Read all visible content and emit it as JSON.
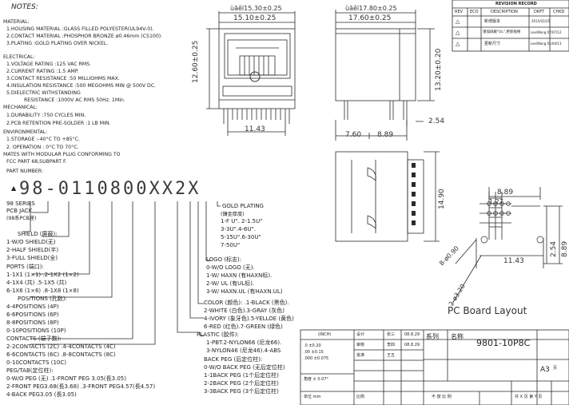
{
  "notes": {
    "heading": "NOTES:",
    "material_heading": "MATERIAL:",
    "material": [
      "1.HOUSING MATERIAL :GLASS FILLED POLYESTER(UL94V-0).",
      "2.CONTACT MATERIAL :PHOSPHOR BRONZE ø0.46mm (C5100).",
      "3.PLATING :GOLD PLATING OVER NICKEL."
    ],
    "electrical_heading": "ELECTRICAL:",
    "electrical": [
      "1.VOLTAGE RATING :125 VAC RMS.",
      "2.CURRENT RATING :1.5 AMP.",
      "3.CONTACT RESISTANCE :50 MILLIOHMS MAX.",
      "4.INSULATION RESISTANCE :500 MEGOHMS MIN @ 500V DC.",
      "5.DIELECTRIC WITHSTANDING",
      "RESISTANCE          :1000V AC RMS 50Hz. 1Min."
    ],
    "mechanical_heading": "MECHANICAL:",
    "mechanical": [
      "1.DURABILITY :750 CYCLES MIN.",
      "2.PCB RETENTION PRE-SOLDER :1 LB MIN."
    ],
    "environmental_heading": "ENVIRONMENTAL:",
    "environmental": [
      "1.STORAGE    :-40°C TO +85°C.",
      "2. OPERATION : 0°C TO 70°C.",
      "MATES WITH MODULAR PLUG CONFORMING TO",
      "FCC PART 68,SUBPART F.",
      "PART NUMBER:"
    ]
  },
  "part_number": "98-0110800XX2X",
  "part_marker": "▲",
  "series": [
    "98 SERIES",
    "PCB JACK",
    "(98系PCB座)"
  ],
  "options": [
    {
      "label": "SHIELD (屏蔽):",
      "items": [
        "1-W/O SHIELD(无)",
        "2-HALF SHIELD(半)",
        "3-FULL SHIELD(全)"
      ]
    },
    {
      "label": "PORTS (端口):",
      "items": [
        "1-1X1 (1×1) .2-1X2 (1×2)",
        "4-1X4 (共) .5-1X5 (共)",
        "6-1X6 (1×6) .8-1X8 (1×8)"
      ]
    },
    {
      "label": "POSITIONS (孔数):",
      "items": [
        "4-4POSITIONS (4P)",
        "6-6POSITIONS (6P)",
        "8-8POSITIONS (8P)",
        "0-10POSITIONS (10P)"
      ]
    },
    {
      "label": "CONTACTS (端子数):",
      "items": [
        "2-2CONTACTS (2C) .4-4CONTACTS (4C)",
        "6-6CONTACTS (6C) .8-8CONTACTS (8C)",
        "0-10CONTACTS (10C)"
      ]
    },
    {
      "label": "PEG/TAB(定位柱):",
      "items": [
        "0-W/O PEG (无) .1-FRONT PEG 3.05(長3.05)",
        "2-FRONT PEG3.68(長3.68) .3-FRONT PEG4.57(長4.57)",
        "4-BACK PEG3.05 (長3.05)"
      ]
    }
  ],
  "right_options": [
    {
      "label": "GOLD PLATING",
      "items": [
        "(镰金厚度)",
        "1-F U\". 2-1.5U\"",
        "3-3U\".4-6U\".",
        "5-15U\".6-30U\"",
        "7-50U\""
      ]
    },
    {
      "label": "LOGO (标志):",
      "items": [
        "0-W/O LOGO (无).",
        "1-W/ HAXN (有HAXN标).",
        "2-W/ UL (有UL标).",
        "3-W/ HAXN.UL (有HAXN.UL)"
      ]
    },
    {
      "label": "COLOR (颜色): .1-BLACK (黑色).",
      "items": [
        "2-WHITE (白色).3-GRAY (灰色)",
        "4-IVORY (象牙色).5-YELLOE (黄色)",
        "6-RED (红色).7-GREEN (绿色)"
      ]
    },
    {
      "label": "PLASTIC (胶件):",
      "items": [
        "1-PBT.2-NYLON66 (尼龙66).",
        "3-NYLON46 (尼龙46).4-ABS"
      ]
    },
    {
      "label": "BACK PEG (后定位柱):",
      "items": [
        "0-W/O BACK PEG (无后定位柱)",
        "1-1BACK PEG (1个后定位柱)",
        "2-2BACK PEG (2个后定位柱)",
        "3-3BACK PEG (3个后定位柱)"
      ]
    }
  ],
  "dimensions": {
    "front_top": "ùãêï15.30±0.25",
    "front_top2": "15.10±0.25",
    "front_height": "12.60±0.25",
    "front_pitch": "11.43",
    "side_top": "ùãêï17.80±0.25",
    "side_top2": "17.60±0.25",
    "side_height": "13.20±0.20",
    "side_254": "2.54",
    "side_760": "7.60",
    "side_889": "8.89",
    "pcb_1490": "14.90",
    "pcb_889": "8.89",
    "pcb_127": "1.27",
    "pcb_254": "2.54",
    "pcb_889v": "8.89",
    "pcb_holes": "8-ø0.90",
    "pcb_pegs": "2-ø3.20",
    "pcb_1143": "11.43",
    "pcb_title": "PC Board Layout"
  },
  "revision": {
    "title": "REVISION RECORD",
    "headers": [
      "REV",
      "ECO",
      "DESCRIPTION",
      "DRFT",
      "CHKD"
    ],
    "rows": [
      [
        "△",
        "",
        "新增版本",
        "2015/02/25",
        ""
      ],
      [
        "△",
        "",
        "增加屏蔽\"UL\",更新规格",
        "LexiWang 07/07/12",
        ""
      ],
      [
        "△",
        "",
        "更新尺寸",
        "LexiWang 01/04/13",
        ""
      ]
    ]
  },
  "titleblock": {
    "logo": "(INCH)",
    "design": "设计",
    "design_name": "张三",
    "review": "审核",
    "review_name": "李四",
    "approve": "批准",
    "approve_name": "王五",
    "date1": "08.8.29",
    "date2": "08.8.29",
    "tol": [
      ".0 ±0.20",
      ".00 ±0.15",
      ".000 ±0.075"
    ],
    "angle": "角度 ± 0.07°",
    "unit": "单位 mm",
    "series_label": "系列",
    "name_label": "名称",
    "part_name": "9801-10P8C",
    "sheet": "A3",
    "page": "页",
    "scale": "比例",
    "no_scale": "不 按 比 例",
    "sheet_of": "共 X 页  第 Y 页"
  }
}
